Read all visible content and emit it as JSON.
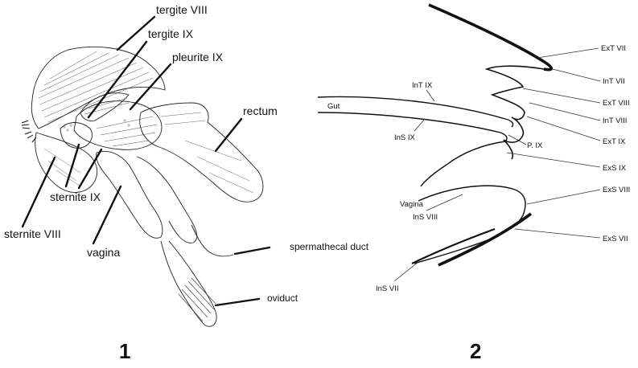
{
  "figure1": {
    "number": "1",
    "labels": {
      "tergite_viii": "tergite VIII",
      "tergite_ix": "tergite IX",
      "pleurite_ix": "pleurite IX",
      "rectum": "rectum",
      "sternite_ix": "sternite IX",
      "sternite_viii": "sternite VIII",
      "vagina": "vagina",
      "spermathecal_duct": "spermathecal duct",
      "oviduct": "oviduct"
    }
  },
  "figure2": {
    "number": "2",
    "labels": {
      "ext_vii": "ExT VII",
      "int_vii": "InT VII",
      "ext_viii": "ExT VIII",
      "int_viii": "InT VIII",
      "ext_ix": "ExT IX",
      "exs_ix": "ExS IX",
      "exs_viii": "ExS VIII",
      "exs_vii": "ExS VII",
      "int_ix": "InT IX",
      "gut": "Gut",
      "ins_ix": "InS IX",
      "p_ix": "P. IX",
      "vagina": "Vagina",
      "ins_viii": "InS VIII",
      "ins_vii": "InS VII"
    }
  }
}
